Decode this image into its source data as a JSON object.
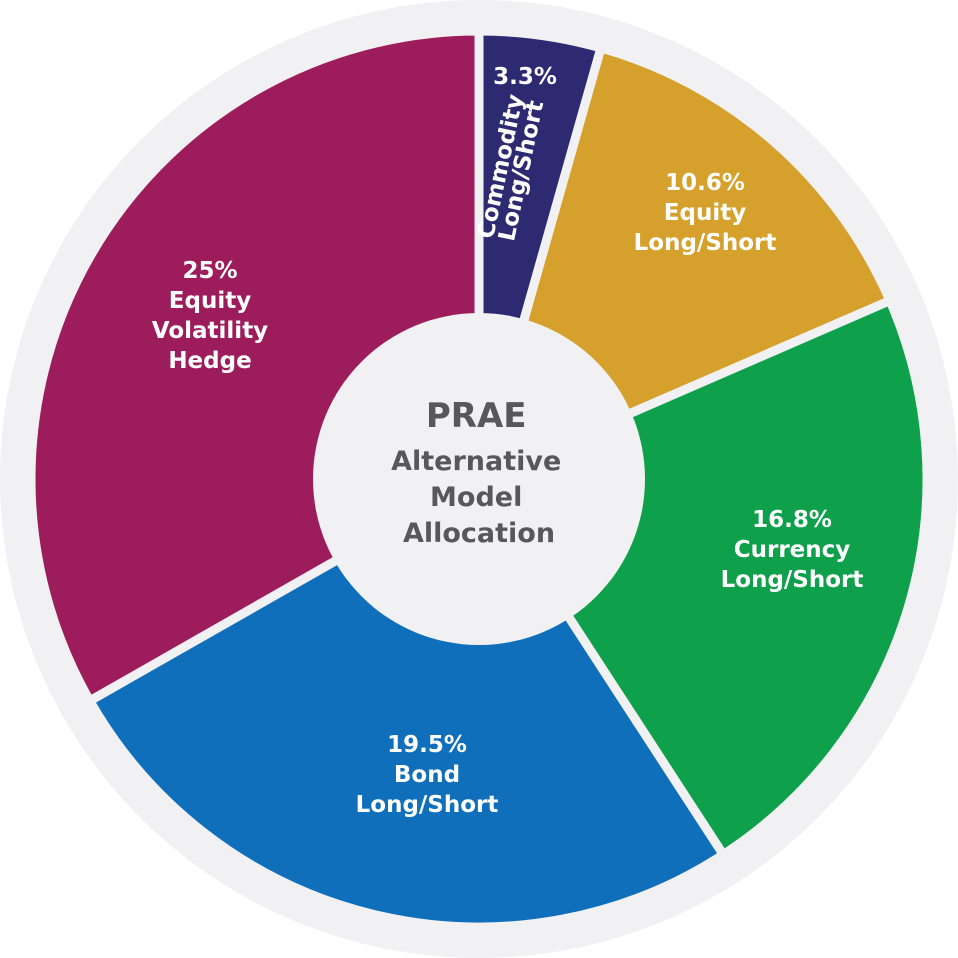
{
  "chart_data": {
    "type": "pie",
    "donut": true,
    "title": [
      "PRAE",
      "Alternative",
      "Model",
      "Allocation"
    ],
    "slices": [
      {
        "value": 3.3,
        "value_label": "3.3%",
        "name_lines": [
          "Commodity",
          "Long/Short"
        ],
        "color": "#2e2a72"
      },
      {
        "value": 10.6,
        "value_label": "10.6%",
        "name_lines": [
          "Equity",
          "Long/Short"
        ],
        "color": "#d5a02b"
      },
      {
        "value": 16.8,
        "value_label": "16.8%",
        "name_lines": [
          "Currency",
          "Long/Short"
        ],
        "color": "#0ea04b"
      },
      {
        "value": 19.5,
        "value_label": "19.5%",
        "name_lines": [
          "Bond",
          "Long/Short"
        ],
        "color": "#0f6fba"
      },
      {
        "value": 25,
        "value_label": "25%",
        "name_lines": [
          "Equity",
          "Volatility",
          "Hedge"
        ],
        "color": "#9d1c5c"
      }
    ],
    "start": "top",
    "direction": "clockwise",
    "background_ring_color": "#f1f1f3",
    "center_color": "#f1f1f3",
    "center_text_color": "#58585a"
  }
}
